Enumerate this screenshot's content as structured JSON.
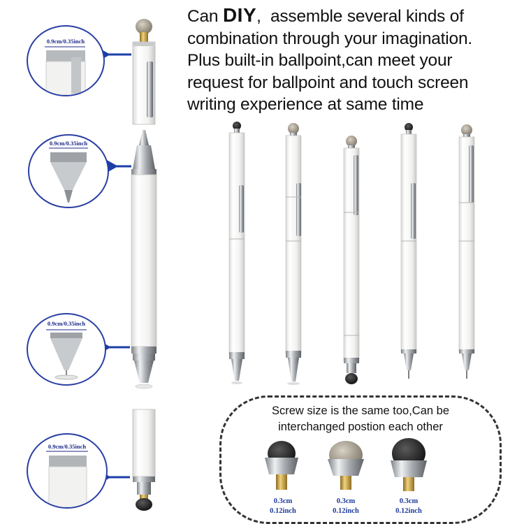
{
  "headline": {
    "prefix": "Can ",
    "emphasis": "DIY",
    "rest": ", assemble several kinds of combination through your imagination. Plus built-in ballpoint,can meet your request for ballpoint and touch screen writing experience at same time"
  },
  "headline_lines": [
    "combination through your imagination.",
    "Plus built-in ballpoint,can meet your",
    "request for ballpoint and touch screen",
    "writing experience at same time"
  ],
  "callouts": [
    {
      "measure": "0.9cm/0.35inch",
      "part": "mesh-tip-cap"
    },
    {
      "measure": "0.9cm/0.35inch",
      "part": "ballpoint-tip"
    },
    {
      "measure": "0.9cm/0.35inch",
      "part": "disc-tip"
    },
    {
      "measure": "0.9cm/0.35inch",
      "part": "rubber-tip-cap"
    }
  ],
  "screw_box": {
    "line1": "Screw size is the same too,Can be",
    "line2": "interchanged postion each other",
    "tips": [
      {
        "name": "rubber-tip",
        "cm": "0.3cm",
        "inch": "0.12inch"
      },
      {
        "name": "mesh-tip",
        "cm": "0.3cm",
        "inch": "0.12inch"
      },
      {
        "name": "black-fiber-tip",
        "cm": "0.3cm",
        "inch": "0.12inch"
      }
    ]
  },
  "colors": {
    "arrow": "#1b3ea8",
    "circle_border": "#2a3fa3",
    "pen_body": "#f4f4f2",
    "chrome": "#b9bcc0",
    "brass": "#c9a24a"
  }
}
